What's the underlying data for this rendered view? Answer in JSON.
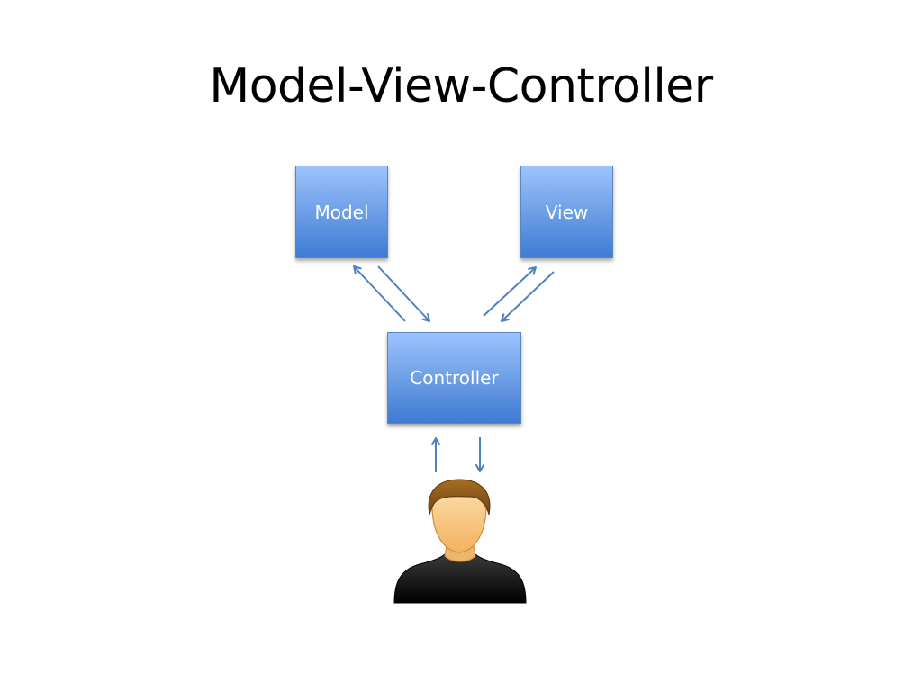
{
  "slide": {
    "title": "Model-View-Controller"
  },
  "diagram": {
    "nodes": {
      "model": "Model",
      "view": "View",
      "controller": "Controller"
    },
    "edges": [
      {
        "from": "controller",
        "to": "model"
      },
      {
        "from": "model",
        "to": "controller"
      },
      {
        "from": "controller",
        "to": "view"
      },
      {
        "from": "view",
        "to": "controller"
      },
      {
        "from": "user",
        "to": "controller"
      },
      {
        "from": "controller",
        "to": "user"
      }
    ],
    "user_icon": "person-icon"
  },
  "colors": {
    "box_top": "#9cc3ff",
    "box_bottom": "#3e7bd3",
    "arrow": "#4f81bd",
    "hair": "#8a5a1a",
    "skin": "#f7c47d",
    "shirt": "#111111"
  }
}
